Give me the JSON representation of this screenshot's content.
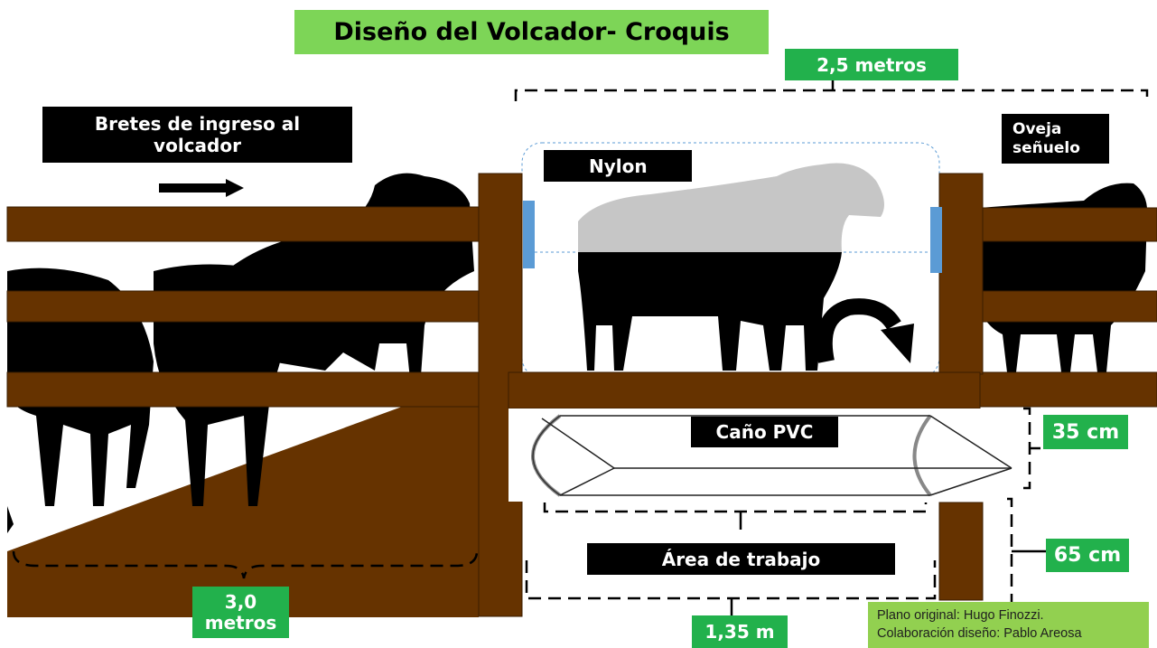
{
  "title": "Diseño del Volcador- Croquis",
  "labels": {
    "bretes": "Bretes de ingreso al volcador",
    "oveja": "Oveja señuelo",
    "nylon": "Nylon",
    "cano": "Caño PVC",
    "area": "Área de trabajo"
  },
  "dimensions": {
    "width_top": "2,5 metros",
    "length_left": "3,0 metros",
    "pipe_height": "35 cm",
    "work_height": "65 cm",
    "bottom_width": "1,35 m"
  },
  "credits": {
    "line1": "Plano original: Hugo Finozzi.",
    "line2": "Colaboración diseño: Pablo Areosa"
  },
  "colors": {
    "wood": "#663300",
    "title_bg": "#7dd557",
    "dim_bg": "#22b14c",
    "credit_bg": "#92d050",
    "clamp": "#5b9bd5"
  }
}
